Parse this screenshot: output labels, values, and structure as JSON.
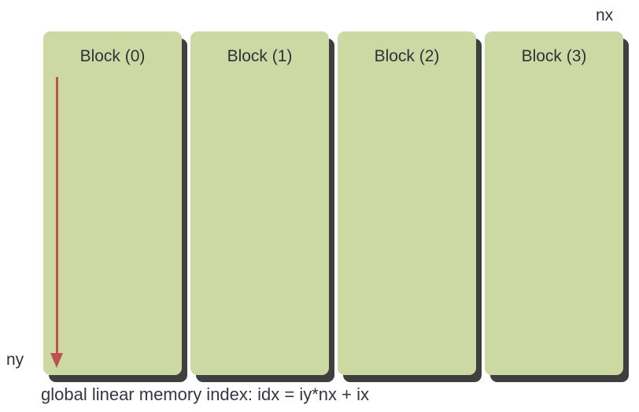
{
  "figure": {
    "axis_labels": {
      "nx": "nx",
      "ny": "ny"
    },
    "blocks": [
      {
        "label": "Block (0)"
      },
      {
        "label": "Block (1)"
      },
      {
        "label": "Block (2)"
      },
      {
        "label": "Block (3)"
      }
    ],
    "arrow": {
      "icon": "down-arrow-icon",
      "direction": "down"
    },
    "caption": "global linear memory index: idx = iy*nx + ix",
    "colors": {
      "background": "#ffffff",
      "block_fill": "#ccd9a3",
      "block_shadow": "#3f3f3f",
      "label_text": "#2d323b",
      "caption_text": "#313843",
      "arrow_red": "#c0504d"
    }
  }
}
